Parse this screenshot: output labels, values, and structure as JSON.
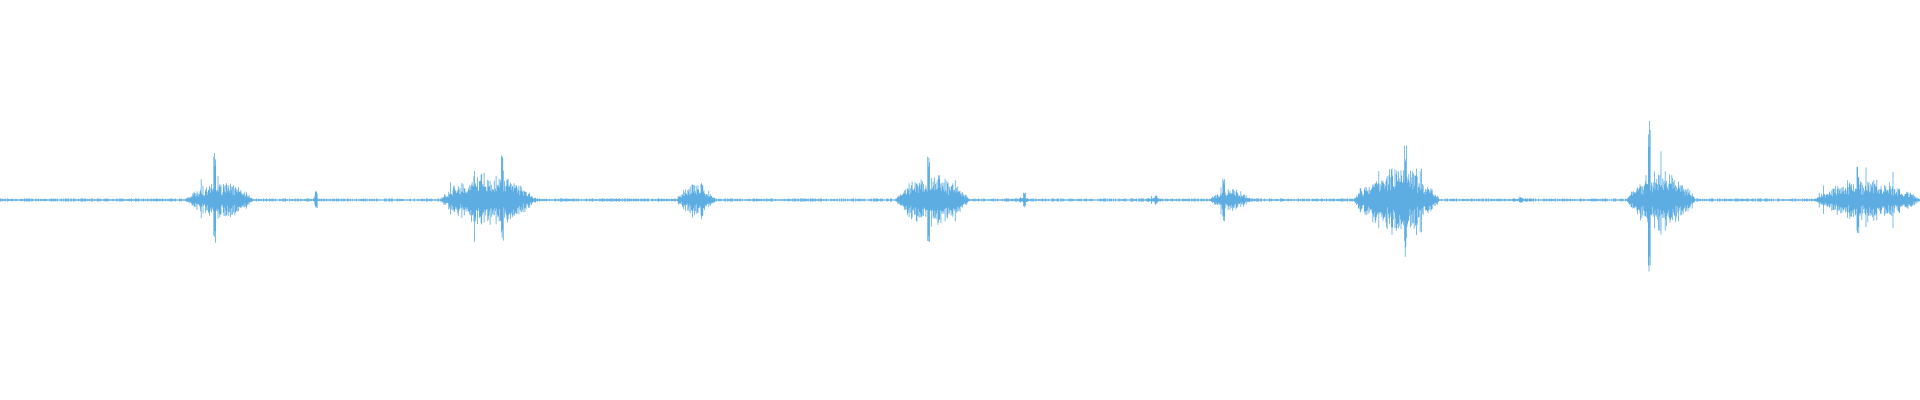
{
  "waveform": {
    "color": "#5dade2",
    "amplitude_scale": "relative",
    "bursts": [
      {
        "start": 0.097,
        "end": 0.132,
        "amplitude": 0.2,
        "peak": 0.48
      },
      {
        "start": 0.163,
        "end": 0.166,
        "amplitude": 0.06,
        "peak": 0.1
      },
      {
        "start": 0.229,
        "end": 0.28,
        "amplitude": 0.26,
        "peak": 0.46
      },
      {
        "start": 0.352,
        "end": 0.373,
        "amplitude": 0.16,
        "peak": 0.22
      },
      {
        "start": 0.466,
        "end": 0.505,
        "amplitude": 0.28,
        "peak": 0.45
      },
      {
        "start": 0.53,
        "end": 0.536,
        "amplitude": 0.04,
        "peak": 0.08
      },
      {
        "start": 0.596,
        "end": 0.606,
        "amplitude": 0.03,
        "peak": 0.05
      },
      {
        "start": 0.63,
        "end": 0.652,
        "amplitude": 0.11,
        "peak": 0.22
      },
      {
        "start": 0.705,
        "end": 0.75,
        "amplitude": 0.34,
        "peak": 0.6
      },
      {
        "start": 0.785,
        "end": 0.8,
        "amplitude": 0.02,
        "peak": 0.03
      },
      {
        "start": 0.847,
        "end": 0.883,
        "amplitude": 0.3,
        "peak": 0.82
      },
      {
        "start": 0.945,
        "end": 1.0,
        "amplitude": 0.22,
        "peak": 0.35
      }
    ]
  }
}
